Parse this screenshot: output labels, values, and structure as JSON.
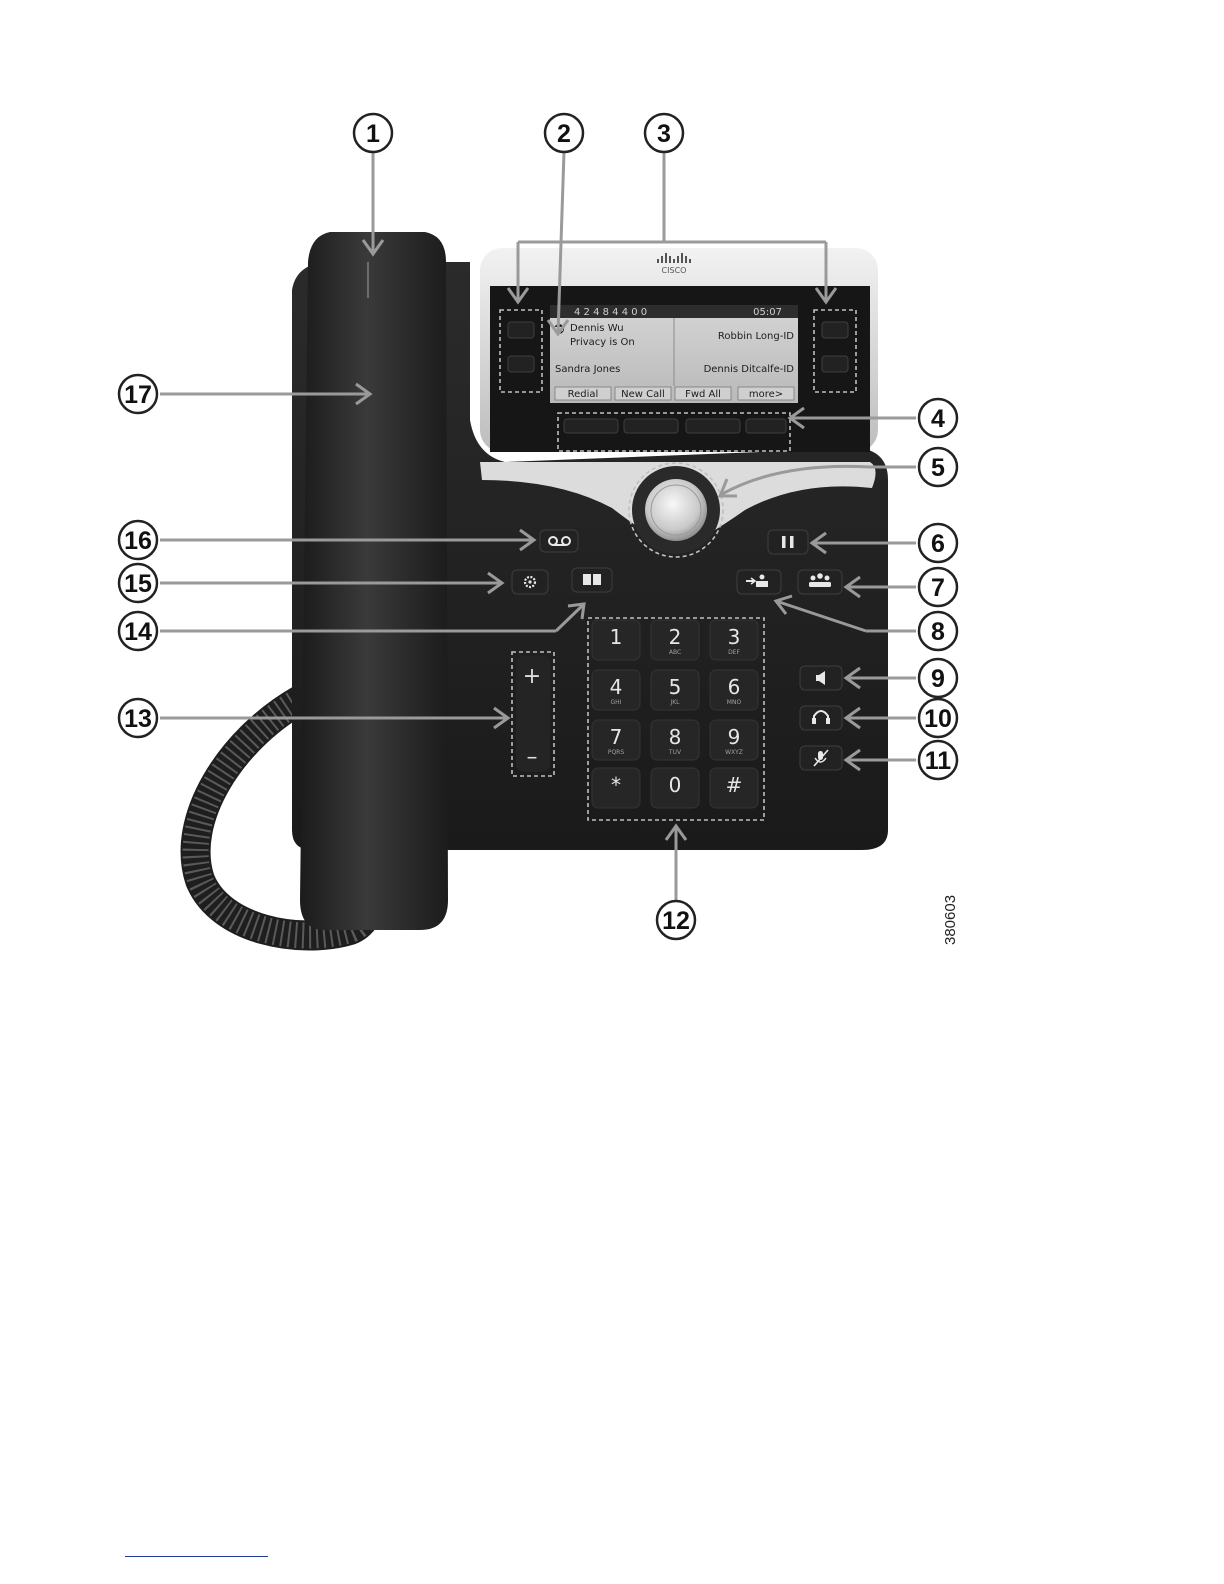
{
  "figure_id": "380603",
  "screen": {
    "header_left": "4 2 4 8 4 4 0 0",
    "header_right": "05:07",
    "line1_name": "Dennis Wu",
    "line1_sub": "Privacy is On",
    "line2_name": "Sandra Jones",
    "right_line1": "Robbin Long-ID",
    "right_line2": "Dennis Ditcalfe-ID",
    "softkeys": [
      "Redial",
      "New Call",
      "Fwd All",
      "more>"
    ]
  },
  "brand": {
    "logo_word": "CISCO"
  },
  "keypad": [
    {
      "digit": "1",
      "letters": ""
    },
    {
      "digit": "2",
      "letters": "ABC"
    },
    {
      "digit": "3",
      "letters": "DEF"
    },
    {
      "digit": "4",
      "letters": "GHI"
    },
    {
      "digit": "5",
      "letters": "JKL"
    },
    {
      "digit": "6",
      "letters": "MNO"
    },
    {
      "digit": "7",
      "letters": "PQRS"
    },
    {
      "digit": "8",
      "letters": "TUV"
    },
    {
      "digit": "9",
      "letters": "WXYZ"
    },
    {
      "digit": "*",
      "letters": ""
    },
    {
      "digit": "0",
      "letters": ""
    },
    {
      "digit": "#",
      "letters": ""
    }
  ],
  "volume": {
    "plus": "+",
    "minus": "–"
  },
  "callouts": [
    "1",
    "2",
    "3",
    "4",
    "5",
    "6",
    "7",
    "8",
    "9",
    "10",
    "11",
    "12",
    "13",
    "14",
    "15",
    "16",
    "17"
  ],
  "icons": {
    "messages": "voicemail-icon",
    "applications": "gear-icon",
    "contacts": "book-icon",
    "hold": "pause-icon",
    "conference": "conference-icon",
    "transfer": "transfer-icon",
    "speaker": "speaker-icon",
    "headset": "headset-icon",
    "mute": "mute-icon"
  }
}
